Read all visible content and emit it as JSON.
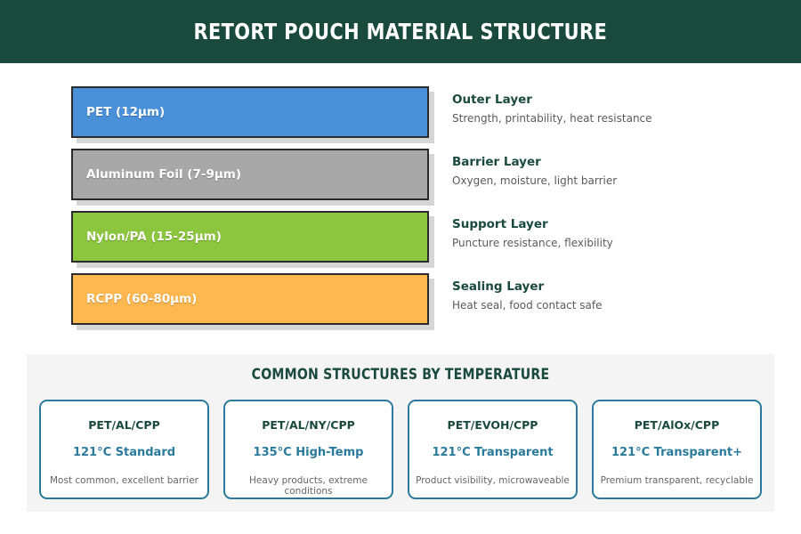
{
  "header": {
    "title": "RETORT POUCH MATERIAL STRUCTURE",
    "background": "#1a4a3c",
    "text_color": "#ffffff"
  },
  "layers": [
    {
      "bar_label": "PET (12µm)",
      "color": "#4a90d9",
      "info_title": "Outer Layer",
      "info_desc": "Strength, printability, heat resistance"
    },
    {
      "bar_label": "Aluminum Foil (7-9µm)",
      "color": "#a8a8a8",
      "info_title": "Barrier Layer",
      "info_desc": "Oxygen, moisture, light barrier"
    },
    {
      "bar_label": "Nylon/PA (15-25µm)",
      "color": "#8cc63e",
      "info_title": "Support Layer",
      "info_desc": "Puncture resistance, flexibility"
    },
    {
      "bar_label": "RCPP (60-80µm)",
      "color": "#ffb850",
      "info_title": "Sealing Layer",
      "info_desc": "Heat seal, food contact safe"
    }
  ],
  "panel": {
    "title": "COMMON STRUCTURES BY TEMPERATURE",
    "background": "#f4f4f4",
    "accent": "#2b7a9b",
    "cards": [
      {
        "name": "PET/AL/CPP",
        "temp": "121°C Standard",
        "desc": "Most common, excellent barrier"
      },
      {
        "name": "PET/AL/NY/CPP",
        "temp": "135°C High-Temp",
        "desc": "Heavy products, extreme conditions"
      },
      {
        "name": "PET/EVOH/CPP",
        "temp": "121°C Transparent",
        "desc": "Product visibility, microwaveable"
      },
      {
        "name": "PET/AlOx/CPP",
        "temp": "121°C Transparent+",
        "desc": "Premium transparent, recyclable"
      }
    ]
  }
}
